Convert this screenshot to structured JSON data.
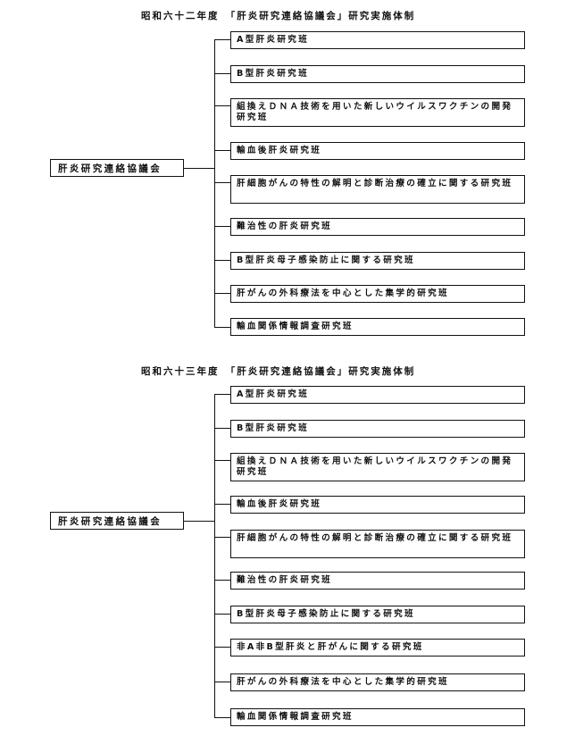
{
  "diagrams": [
    {
      "title": "昭和六十二年度　「肝炎研究連絡協議会」研究実施体制",
      "root": "肝炎研究連絡協議会",
      "branches": [
        "A型肝炎研究班",
        "B型肝炎研究班",
        "組換えＤＮＡ技術を用いた新しいウイルスワクチンの開発研究班",
        "輸血後肝炎研究班",
        "肝細胞がんの特性の解明と診断治療の確立に関する研究班",
        "難治性の肝炎研究班",
        "B型肝炎母子感染防止に関する研究班",
        "肝がんの外科療法を中心とした集学的研究班",
        "輸血関係情報調査研究班"
      ]
    },
    {
      "title": "昭和六十三年度　「肝炎研究連絡協議会」研究実施体制",
      "root": "肝炎研究連絡協議会",
      "branches": [
        "A型肝炎研究班",
        "B型肝炎研究班",
        "組換えＤＮＡ技術を用いた新しいウイルスワクチンの開発研究班",
        "輸血後肝炎研究班",
        "肝細胞がんの特性の解明と診断治療の確立に関する研究班",
        "難治性の肝炎研究班",
        "B型肝炎母子感染防止に関する研究班",
        "非A非B型肝炎と肝がんに関する研究班",
        "肝がんの外科療法を中心とした集学的研究班",
        "輸血関係情報調査研究班"
      ]
    }
  ]
}
